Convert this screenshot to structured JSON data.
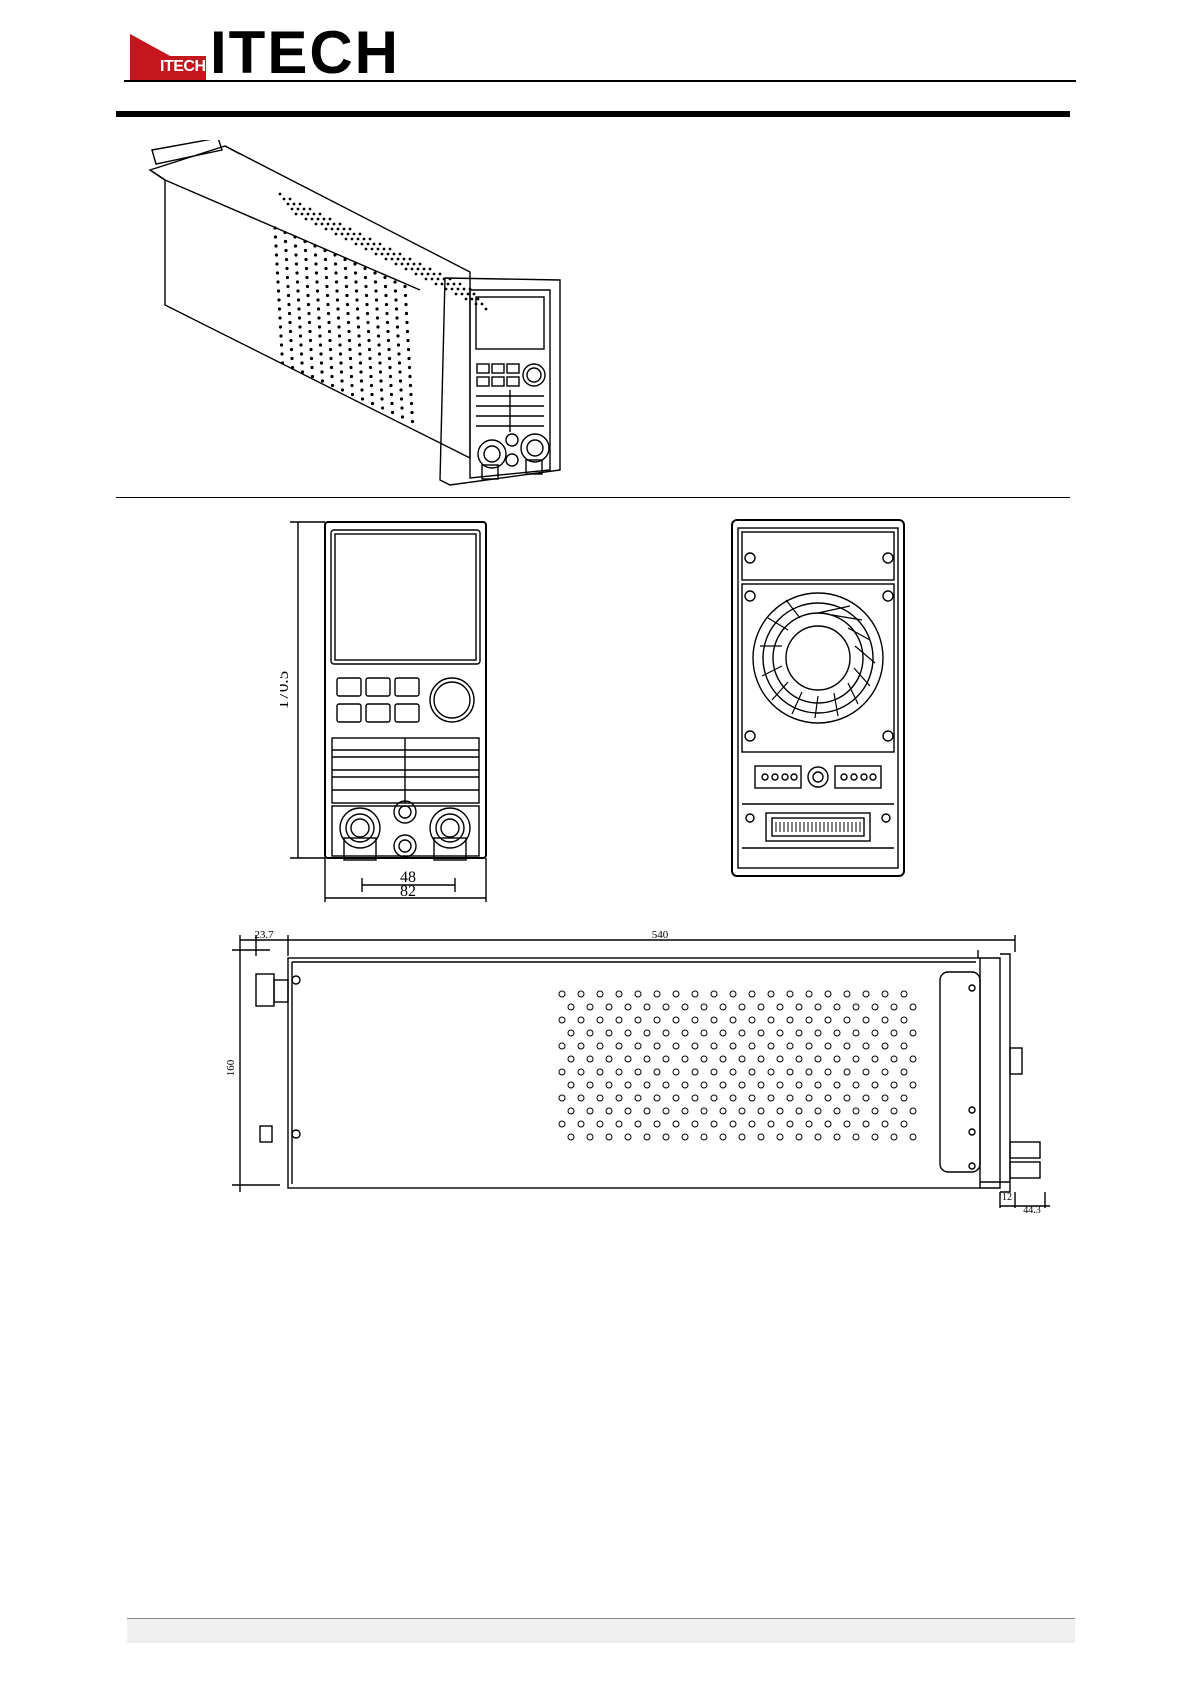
{
  "brand": {
    "logo_text": "ITECH",
    "logo_sub": "ITECH",
    "logo_red": "#c4161c"
  },
  "dimensions": {
    "front_height": "170.5",
    "front_inner_width": "48",
    "front_width": "82",
    "side_rear_offset": "23.7",
    "side_length": "540",
    "side_height": "160",
    "side_front_depth_a": "12",
    "side_front_depth_b": "44.3"
  }
}
